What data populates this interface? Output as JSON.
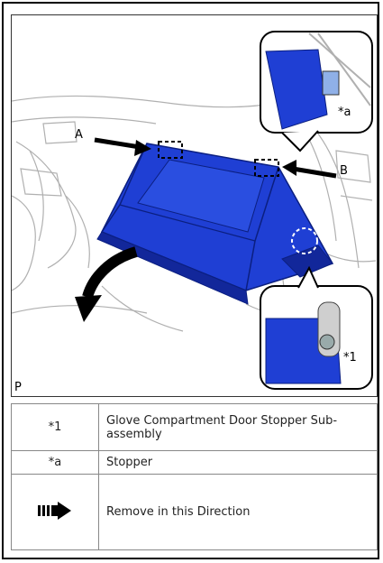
{
  "illustration": {
    "label_A": "A",
    "label_B": "B",
    "callout_star_a": "*a",
    "callout_star_1": "*1",
    "corner_code": "P"
  },
  "legend": {
    "rows": [
      {
        "key": "*1",
        "desc": "Glove Compartment Door Stopper Sub-assembly"
      },
      {
        "key": "*a",
        "desc": "Stopper"
      },
      {
        "key_icon": "right-arrow-icon",
        "desc": "Remove in this Direction"
      }
    ]
  },
  "colors": {
    "part_blue": "#1f3fd4",
    "part_blue_dark": "#12279a",
    "sketch_gray": "#b9b9b9",
    "arrow_black": "#000000"
  }
}
